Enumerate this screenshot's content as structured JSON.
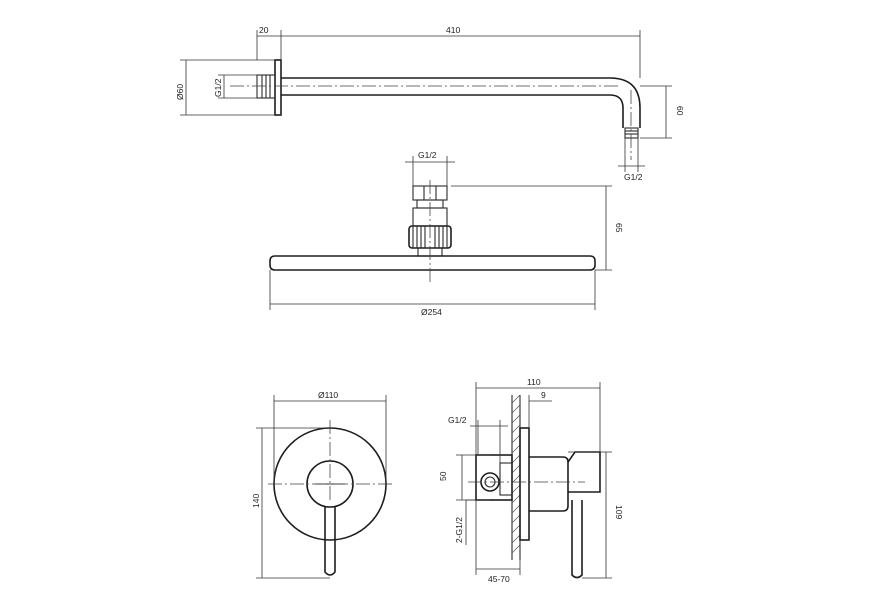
{
  "shower_arm": {
    "dim_flange_depth": "20",
    "dim_arm_length": "410",
    "dim_flange_dia": "Ø60",
    "dim_inlet_thread": "G1/2",
    "dim_drop": "60",
    "dim_outlet_thread": "G1/2"
  },
  "shower_head": {
    "dim_connector_thread": "G1/2",
    "dim_height": "65",
    "dim_diameter": "Ø254"
  },
  "mixer_front": {
    "dim_plate_dia": "Ø110",
    "dim_height": "140"
  },
  "mixer_side": {
    "dim_width": "110",
    "dim_plate_offset": "9",
    "dim_inlet_thread": "G1/2",
    "dim_port_spacing": "50",
    "dim_ports": "2-G1/2",
    "dim_depth": "109",
    "dim_wall_range": "45-70"
  }
}
